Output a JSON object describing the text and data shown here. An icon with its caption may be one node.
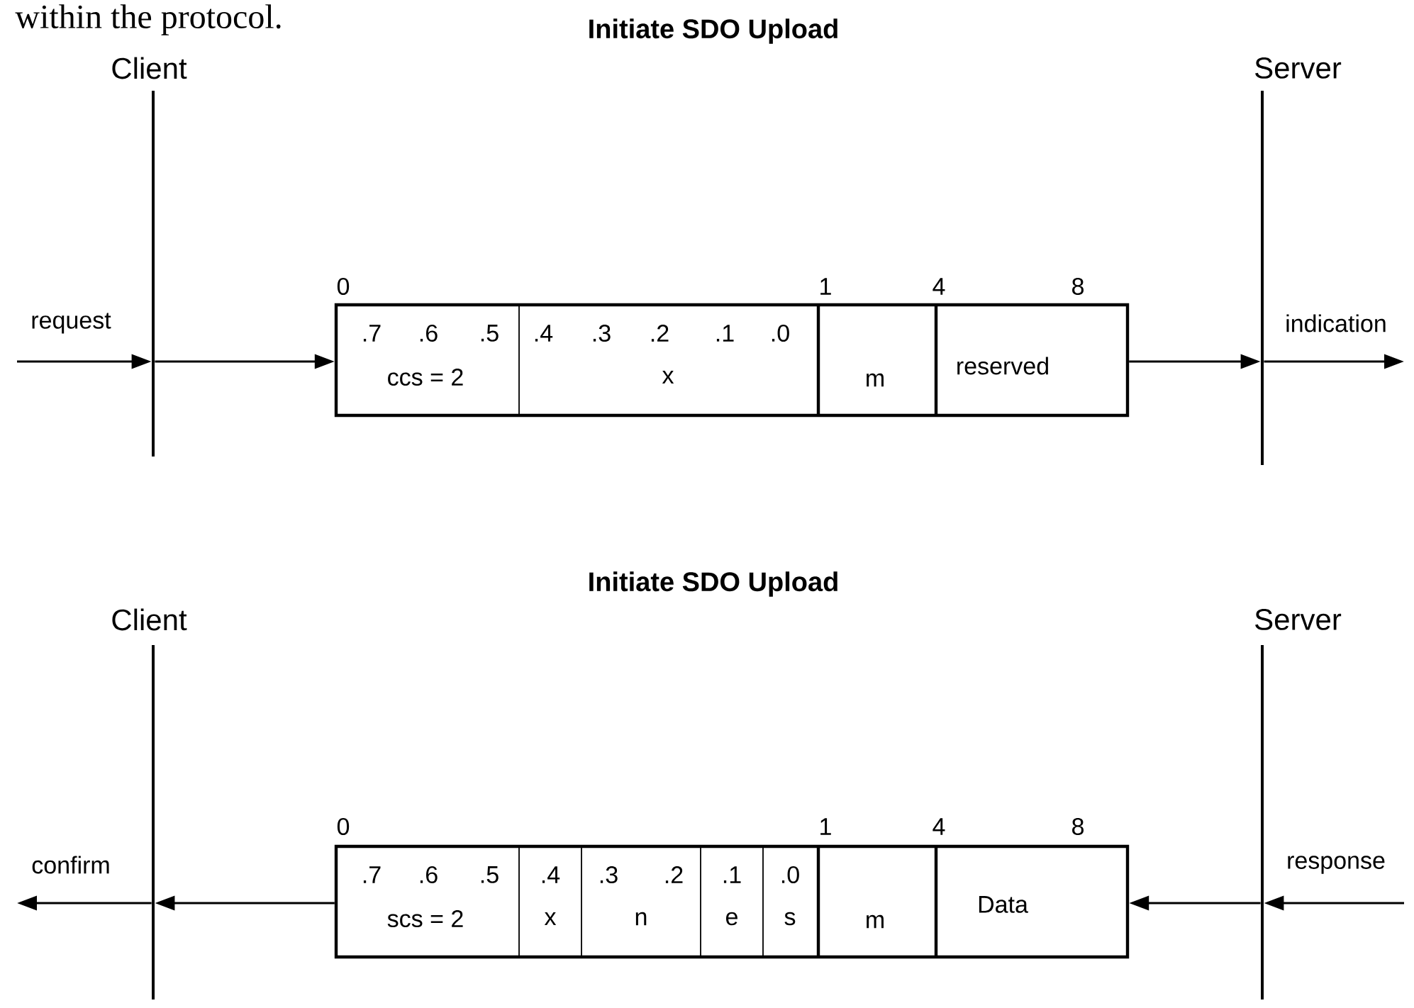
{
  "diagram": {
    "nodes": [
      {
        "text": [],
        "shape": "bar",
        "beside": [
          "Client"
        ]
      },
      {
        "text": [],
        "shape": "bar",
        "beside": [
          "Server"
        ]
      },
      {
        "text": [],
        "shape": "box"
      },
      {
        "text": [
          ".7",
          ".6",
          ".5",
          "ccs = 2"
        ],
        "in": 2
      },
      {
        "text": [
          ".4",
          ".3",
          ".2",
          ".1",
          ".0",
          "x"
        ],
        "in": 2
      },
      {
        "text": [
          "m"
        ],
        "in": 2
      },
      {
        "text": [
          "reserved"
        ],
        "in": 2
      },
      {
        "text": [],
        "shape": "bar",
        "beside": [
          "Client"
        ]
      },
      {
        "text": [],
        "shape": "bar",
        "beside": [
          "Server"
        ]
      },
      {
        "text": [],
        "shape": "box"
      },
      {
        "text": [
          ".7",
          ".6",
          ".5",
          "scs = 2"
        ],
        "in": 9
      },
      {
        "text": [
          ".4",
          "x"
        ],
        "in": 9
      },
      {
        "text": [
          ".3",
          ".2",
          "n"
        ],
        "in": 9
      },
      {
        "text": [
          ".1",
          "e"
        ],
        "in": 9
      },
      {
        "text": [
          ".0",
          "s"
        ],
        "in": 9
      },
      {
        "text": [
          "m"
        ],
        "in": 9
      },
      {
        "text": [
          "Data"
        ],
        "in": 9
      }
    ],
    "edges": [
      {
        "from": null,
        "to": 0,
        "arrow": "to",
        "label": "request"
      },
      {
        "from": 0,
        "to": 2,
        "arrow": "to"
      },
      {
        "from": 2,
        "to": 1,
        "arrow": "to"
      },
      {
        "from": 1,
        "to": null,
        "arrow": "to",
        "label": "indication"
      },
      {
        "from": null,
        "to": 8,
        "arrow": "to",
        "label": "response"
      },
      {
        "from": 8,
        "to": 9,
        "arrow": "to"
      },
      {
        "from": 9,
        "to": 7,
        "arrow": "to"
      },
      {
        "from": 7,
        "to": null,
        "arrow": "to",
        "label": "confirm"
      }
    ],
    "labels": [
      "within the protocol.",
      "Initiate SDO Upload",
      "0",
      "1",
      "4",
      "8",
      "Initiate SDO Upload",
      "0",
      "1",
      "4",
      "8"
    ]
  }
}
